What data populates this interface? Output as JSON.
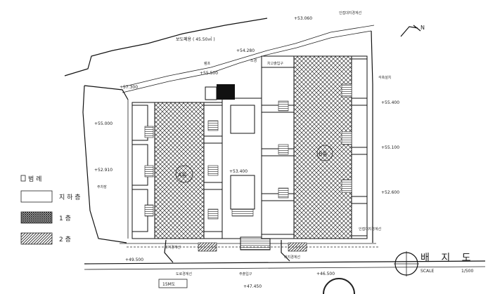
{
  "drawing": {
    "title": "배 지 도",
    "scale_label": "SCALE",
    "scale_value": "1/500",
    "road_area": "보도폐용 (  45.50㎡ )",
    "road_width": "15M도",
    "north": "N",
    "building_a_label": "A동",
    "building_b_label": "B동"
  },
  "elevations": {
    "e1": "+53.060",
    "e2": "+54.280",
    "e3": "+55.500",
    "e4": "+57.300",
    "e5": "+55.000",
    "e6": "+52.910",
    "e7": "+53.400",
    "e8": "+55.400",
    "e9": "+55.100",
    "e10": "+52.600",
    "e11": "+49.500",
    "e12": "+46.500",
    "e13": "+47.450"
  },
  "annotations": {
    "boundary_top": "인접대지경계선",
    "boundary_right": "인접대지경계선",
    "fence": "석축설치",
    "entrance": "주출입구",
    "boundary_bottom": "대지경계선",
    "road_boundary": "도로경계선",
    "parking": "주차장",
    "boundary_mid": "대지경계선",
    "garden": "조경",
    "garage": "차고출입구",
    "ramp": "램프"
  },
  "legend": {
    "title": "범 례",
    "items": [
      {
        "label": "지 하 층",
        "pattern": "empty"
      },
      {
        "label": "1 층",
        "pattern": "dense"
      },
      {
        "label": "2 층",
        "pattern": "diagonal"
      }
    ]
  }
}
